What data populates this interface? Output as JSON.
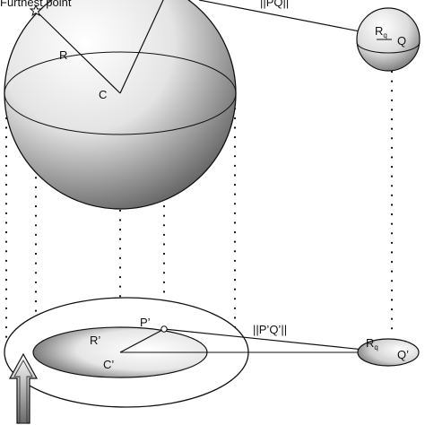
{
  "labels": {
    "furthest_point": "Furthest point",
    "radius": "R",
    "center": "C",
    "distance": "||PQ||",
    "q_radius": "R",
    "q_radius_sub": "q",
    "q_point": "Q",
    "proj_radius": "R’",
    "proj_center": "C’",
    "proj_point": "P’",
    "proj_distance": "||P’Q’||",
    "proj_q_radius": "R",
    "proj_q_radius_sub": "q",
    "proj_q_point": "Q’"
  },
  "colors": {
    "stroke": "#111111",
    "shade_light": "#ffffff",
    "shade_dark": "#4a4a4a",
    "arrow_dark": "#555555",
    "arrow_light": "#ffffff"
  },
  "icons": {
    "furthest_point": "star-icon",
    "view_direction": "up-arrow-icon"
  }
}
